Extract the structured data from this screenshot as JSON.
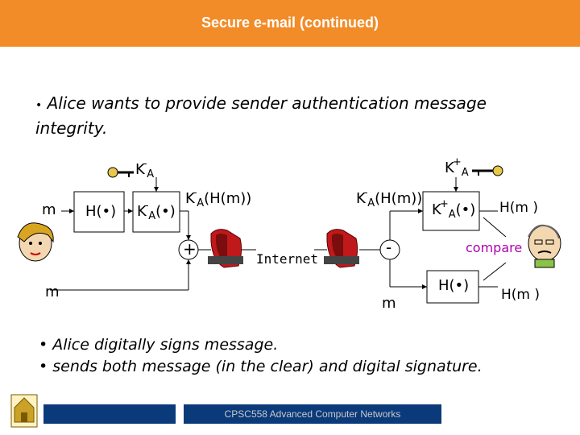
{
  "header": {
    "title": "Secure e-mail (continued)"
  },
  "bullets": {
    "intro_dot": "•",
    "intro": "Alice wants to provide sender authentication message integrity.",
    "b2": "• Alice digitally signs message.",
    "b3": "• sends both message (in the clear) and digital signature."
  },
  "diagram": {
    "m_left": "m",
    "m_bottom_left": "m",
    "m_bottom_right": "m",
    "hash_left": "H(•)",
    "hash_right": "H(•)",
    "key_private": {
      "base": "K",
      "sup": "-",
      "sub": "A"
    },
    "key_public": {
      "base": "K",
      "sup": "+",
      "sub": "A"
    },
    "sign_box": {
      "base": "K",
      "sup": "-",
      "sub": "A",
      "arg": "(•)"
    },
    "verify_box": {
      "base": "K",
      "sup": "+",
      "sub": "A",
      "arg": "(•)"
    },
    "signed_left": {
      "base": "K",
      "sup": "-",
      "sub": "A",
      "arg": "(H(m))"
    },
    "signed_right": {
      "base": "K",
      "sup": "-",
      "sub": "A",
      "arg": "(H(m))"
    },
    "plus": "+",
    "minus": "-",
    "internet": "Internet",
    "compare": "compare",
    "hm_top": "H(m )",
    "hm_bottom": "H(m )"
  },
  "footer": {
    "course": "CPSC558 Advanced Computer Networks"
  },
  "colors": {
    "header": "#f28c28",
    "footer": "#0a3a7a",
    "router": "#c0191b",
    "key": "#e8c84a"
  }
}
